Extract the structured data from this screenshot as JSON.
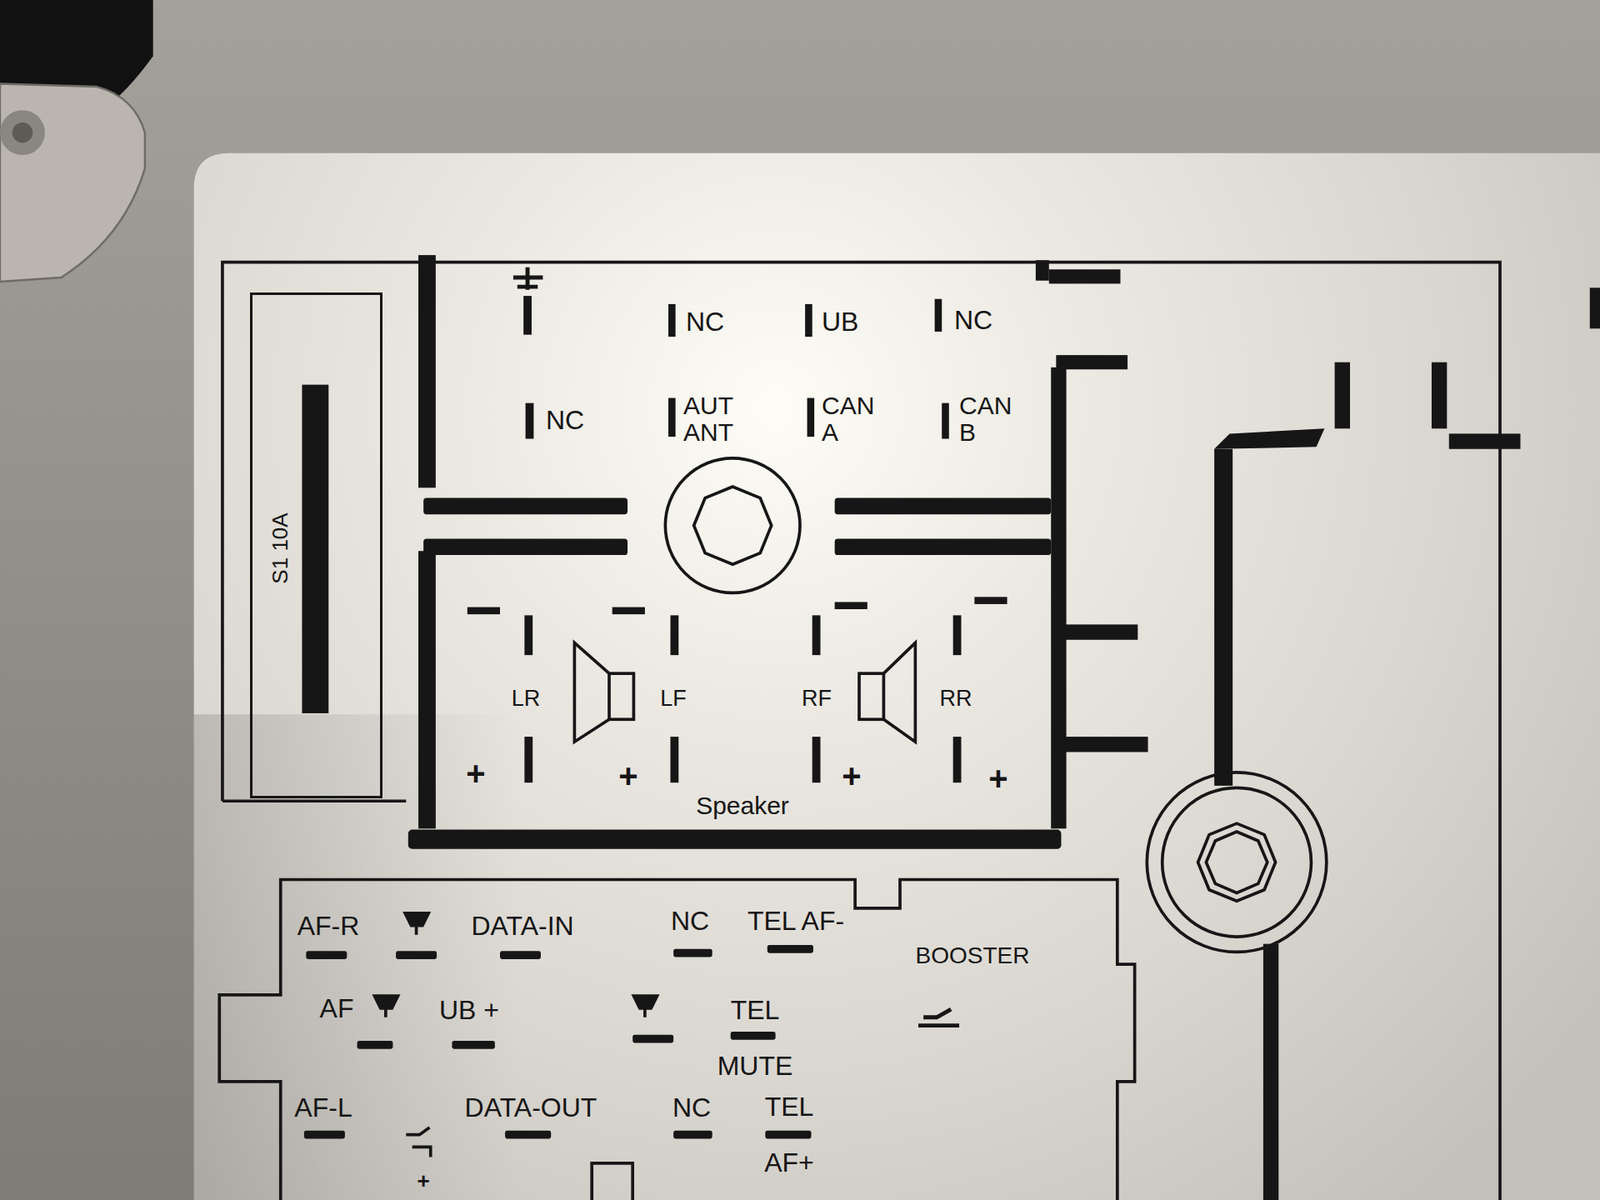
{
  "diagram": {
    "nodes": [
      {
        "text": [
          "S1 10A"
        ]
      },
      {
        "text": [
          "Speaker"
        ]
      },
      {
        "text": [
          "BOOSTER"
        ]
      }
    ],
    "labels": [
      "NC",
      "UB",
      "NC",
      "NC",
      "AUT ANT",
      "CAN A",
      "CAN B",
      "LR",
      "LF",
      "RF",
      "RR",
      "+",
      "+",
      "+",
      "+",
      "AF-R",
      "DATA-IN",
      "NC",
      "TEL AF-",
      "AF",
      "UB +",
      "TEL MUTE",
      "AF-L",
      "DATA-OUT",
      "NC",
      "TEL AF+",
      "+"
    ]
  }
}
